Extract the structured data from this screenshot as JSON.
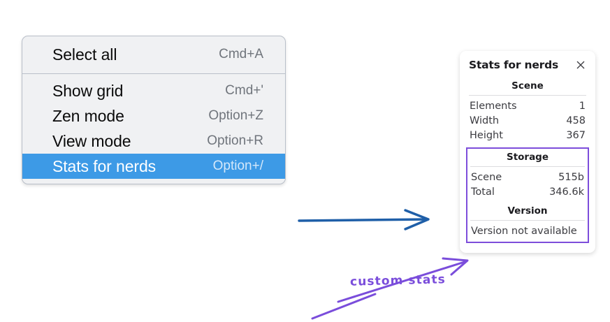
{
  "context_menu": {
    "groups": [
      {
        "items": [
          {
            "label": "Select all",
            "shortcut": "Cmd+A",
            "selected": false
          }
        ]
      },
      {
        "items": [
          {
            "label": "Show grid",
            "shortcut": "Cmd+'",
            "selected": false
          },
          {
            "label": "Zen mode",
            "shortcut": "Option+Z",
            "selected": false
          },
          {
            "label": "View mode",
            "shortcut": "Option+R",
            "selected": false
          },
          {
            "label": "Stats for nerds",
            "shortcut": "Option+/",
            "selected": true
          }
        ]
      }
    ],
    "highlight_color": "#3d9ae6"
  },
  "stats_panel": {
    "title": "Stats for nerds",
    "close_icon": "close-icon",
    "scene": {
      "heading": "Scene",
      "rows": [
        {
          "label": "Elements",
          "value": "1"
        },
        {
          "label": "Width",
          "value": "458"
        },
        {
          "label": "Height",
          "value": "367"
        }
      ]
    },
    "storage": {
      "heading": "Storage",
      "rows": [
        {
          "label": "Scene",
          "value": "515b"
        },
        {
          "label": "Total",
          "value": "346.6k"
        }
      ]
    },
    "version": {
      "heading": "Version",
      "note": "Version not available"
    },
    "highlight_box_color": "#7d4ddb"
  },
  "annotations": {
    "custom_stats_label": "custom stats",
    "arrow_blue_color": "#1f5fa8",
    "arrow_purple_color": "#7a4ddb"
  }
}
